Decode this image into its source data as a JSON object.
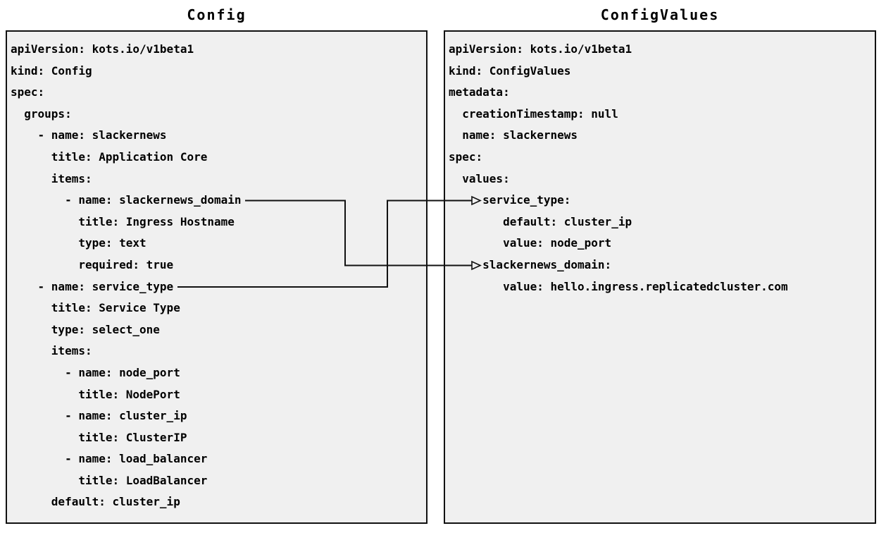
{
  "colors": {
    "page_background": "#ffffff",
    "panel_background": "#f0f0f0",
    "panel_border": "#111111",
    "text": "#000000",
    "arrow": "#111111"
  },
  "config_panel": {
    "title": "Config",
    "lines": [
      "apiVersion: kots.io/v1beta1",
      "kind: Config",
      "spec:",
      "  groups:",
      "    - name: slackernews",
      "      title: Application Core",
      "      items:",
      "        - name: slackernews_domain",
      "          title: Ingress Hostname",
      "          type: text",
      "          required: true",
      "    - name: service_type",
      "      title: Service Type",
      "      type: select_one",
      "      items:",
      "        - name: node_port",
      "          title: NodePort",
      "        - name: cluster_ip",
      "          title: ClusterIP",
      "        - name: load_balancer",
      "          title: LoadBalancer",
      "      default: cluster_ip"
    ]
  },
  "config_values_panel": {
    "title": "ConfigValues",
    "lines": [
      "apiVersion: kots.io/v1beta1",
      "kind: ConfigValues",
      "metadata:",
      "  creationTimestamp: null",
      "  name: slackernews",
      "spec:",
      "  values:",
      "     service_type:",
      "        default: cluster_ip",
      "        value: node_port",
      "     slackernews_domain:",
      "        value: hello.ingress.replicatedcluster.com"
    ]
  },
  "connections": [
    {
      "from": "Config item: slackernews_domain",
      "to": "ConfigValues value: slackernews_domain"
    },
    {
      "from": "Config item: service_type",
      "to": "ConfigValues value: service_type"
    }
  ]
}
